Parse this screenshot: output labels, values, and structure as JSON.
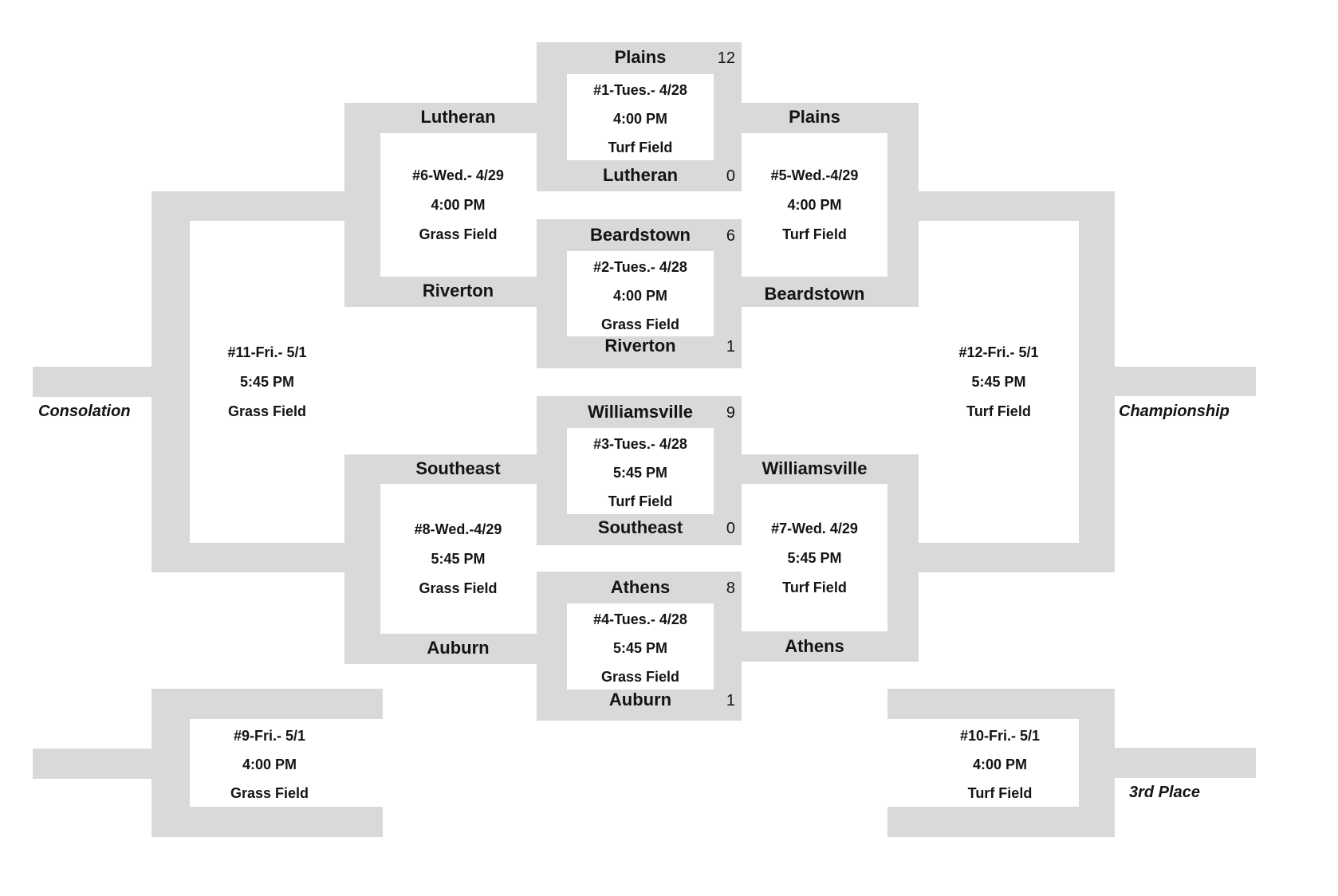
{
  "page": {
    "background_color": "#ffffff",
    "bracket_color": "#d9d9d9",
    "text_color": "#141414"
  },
  "labels": {
    "consolation": "Consolation",
    "championship": "Championship",
    "third_place": "3rd Place"
  },
  "games": {
    "g1": {
      "schedule": "#1-Tues.- 4/28",
      "time": "4:00 PM",
      "field": "Turf Field",
      "top_team": "Plains",
      "top_score": "12",
      "bottom_team": "Lutheran",
      "bottom_score": "0"
    },
    "g2": {
      "schedule": "#2-Tues.- 4/28",
      "time": "4:00 PM",
      "field": "Grass Field",
      "top_team": "Beardstown",
      "top_score": "6",
      "bottom_team": "Riverton",
      "bottom_score": "1"
    },
    "g3": {
      "schedule": "#3-Tues.- 4/28",
      "time": "5:45 PM",
      "field": "Turf Field",
      "top_team": "Williamsville",
      "top_score": "9",
      "bottom_team": "Southeast",
      "bottom_score": "0"
    },
    "g4": {
      "schedule": "#4-Tues.- 4/28",
      "time": "5:45 PM",
      "field": "Grass Field",
      "top_team": "Athens",
      "top_score": "8",
      "bottom_team": "Auburn",
      "bottom_score": "1"
    },
    "g5": {
      "schedule": "#5-Wed.-4/29",
      "time": "4:00 PM",
      "field": "Turf Field",
      "top_team": "Plains",
      "bottom_team": "Beardstown"
    },
    "g6": {
      "schedule": "#6-Wed.- 4/29",
      "time": "4:00 PM",
      "field": "Grass Field",
      "top_team": "Lutheran",
      "bottom_team": "Riverton"
    },
    "g7": {
      "schedule": "#7-Wed. 4/29",
      "time": "5:45 PM",
      "field": "Turf Field",
      "top_team": "Williamsville",
      "bottom_team": "Athens"
    },
    "g8": {
      "schedule": "#8-Wed.-4/29",
      "time": "5:45 PM",
      "field": "Grass Field",
      "top_team": "Southeast",
      "bottom_team": "Auburn"
    },
    "g9": {
      "schedule": "#9-Fri.- 5/1",
      "time": "4:00 PM",
      "field": "Grass Field"
    },
    "g10": {
      "schedule": "#10-Fri.- 5/1",
      "time": "4:00 PM",
      "field": "Turf Field"
    },
    "g11": {
      "schedule": "#11-Fri.- 5/1",
      "time": "5:45 PM",
      "field": "Grass Field"
    },
    "g12": {
      "schedule": "#12-Fri.- 5/1",
      "time": "5:45 PM",
      "field": "Turf Field"
    }
  }
}
